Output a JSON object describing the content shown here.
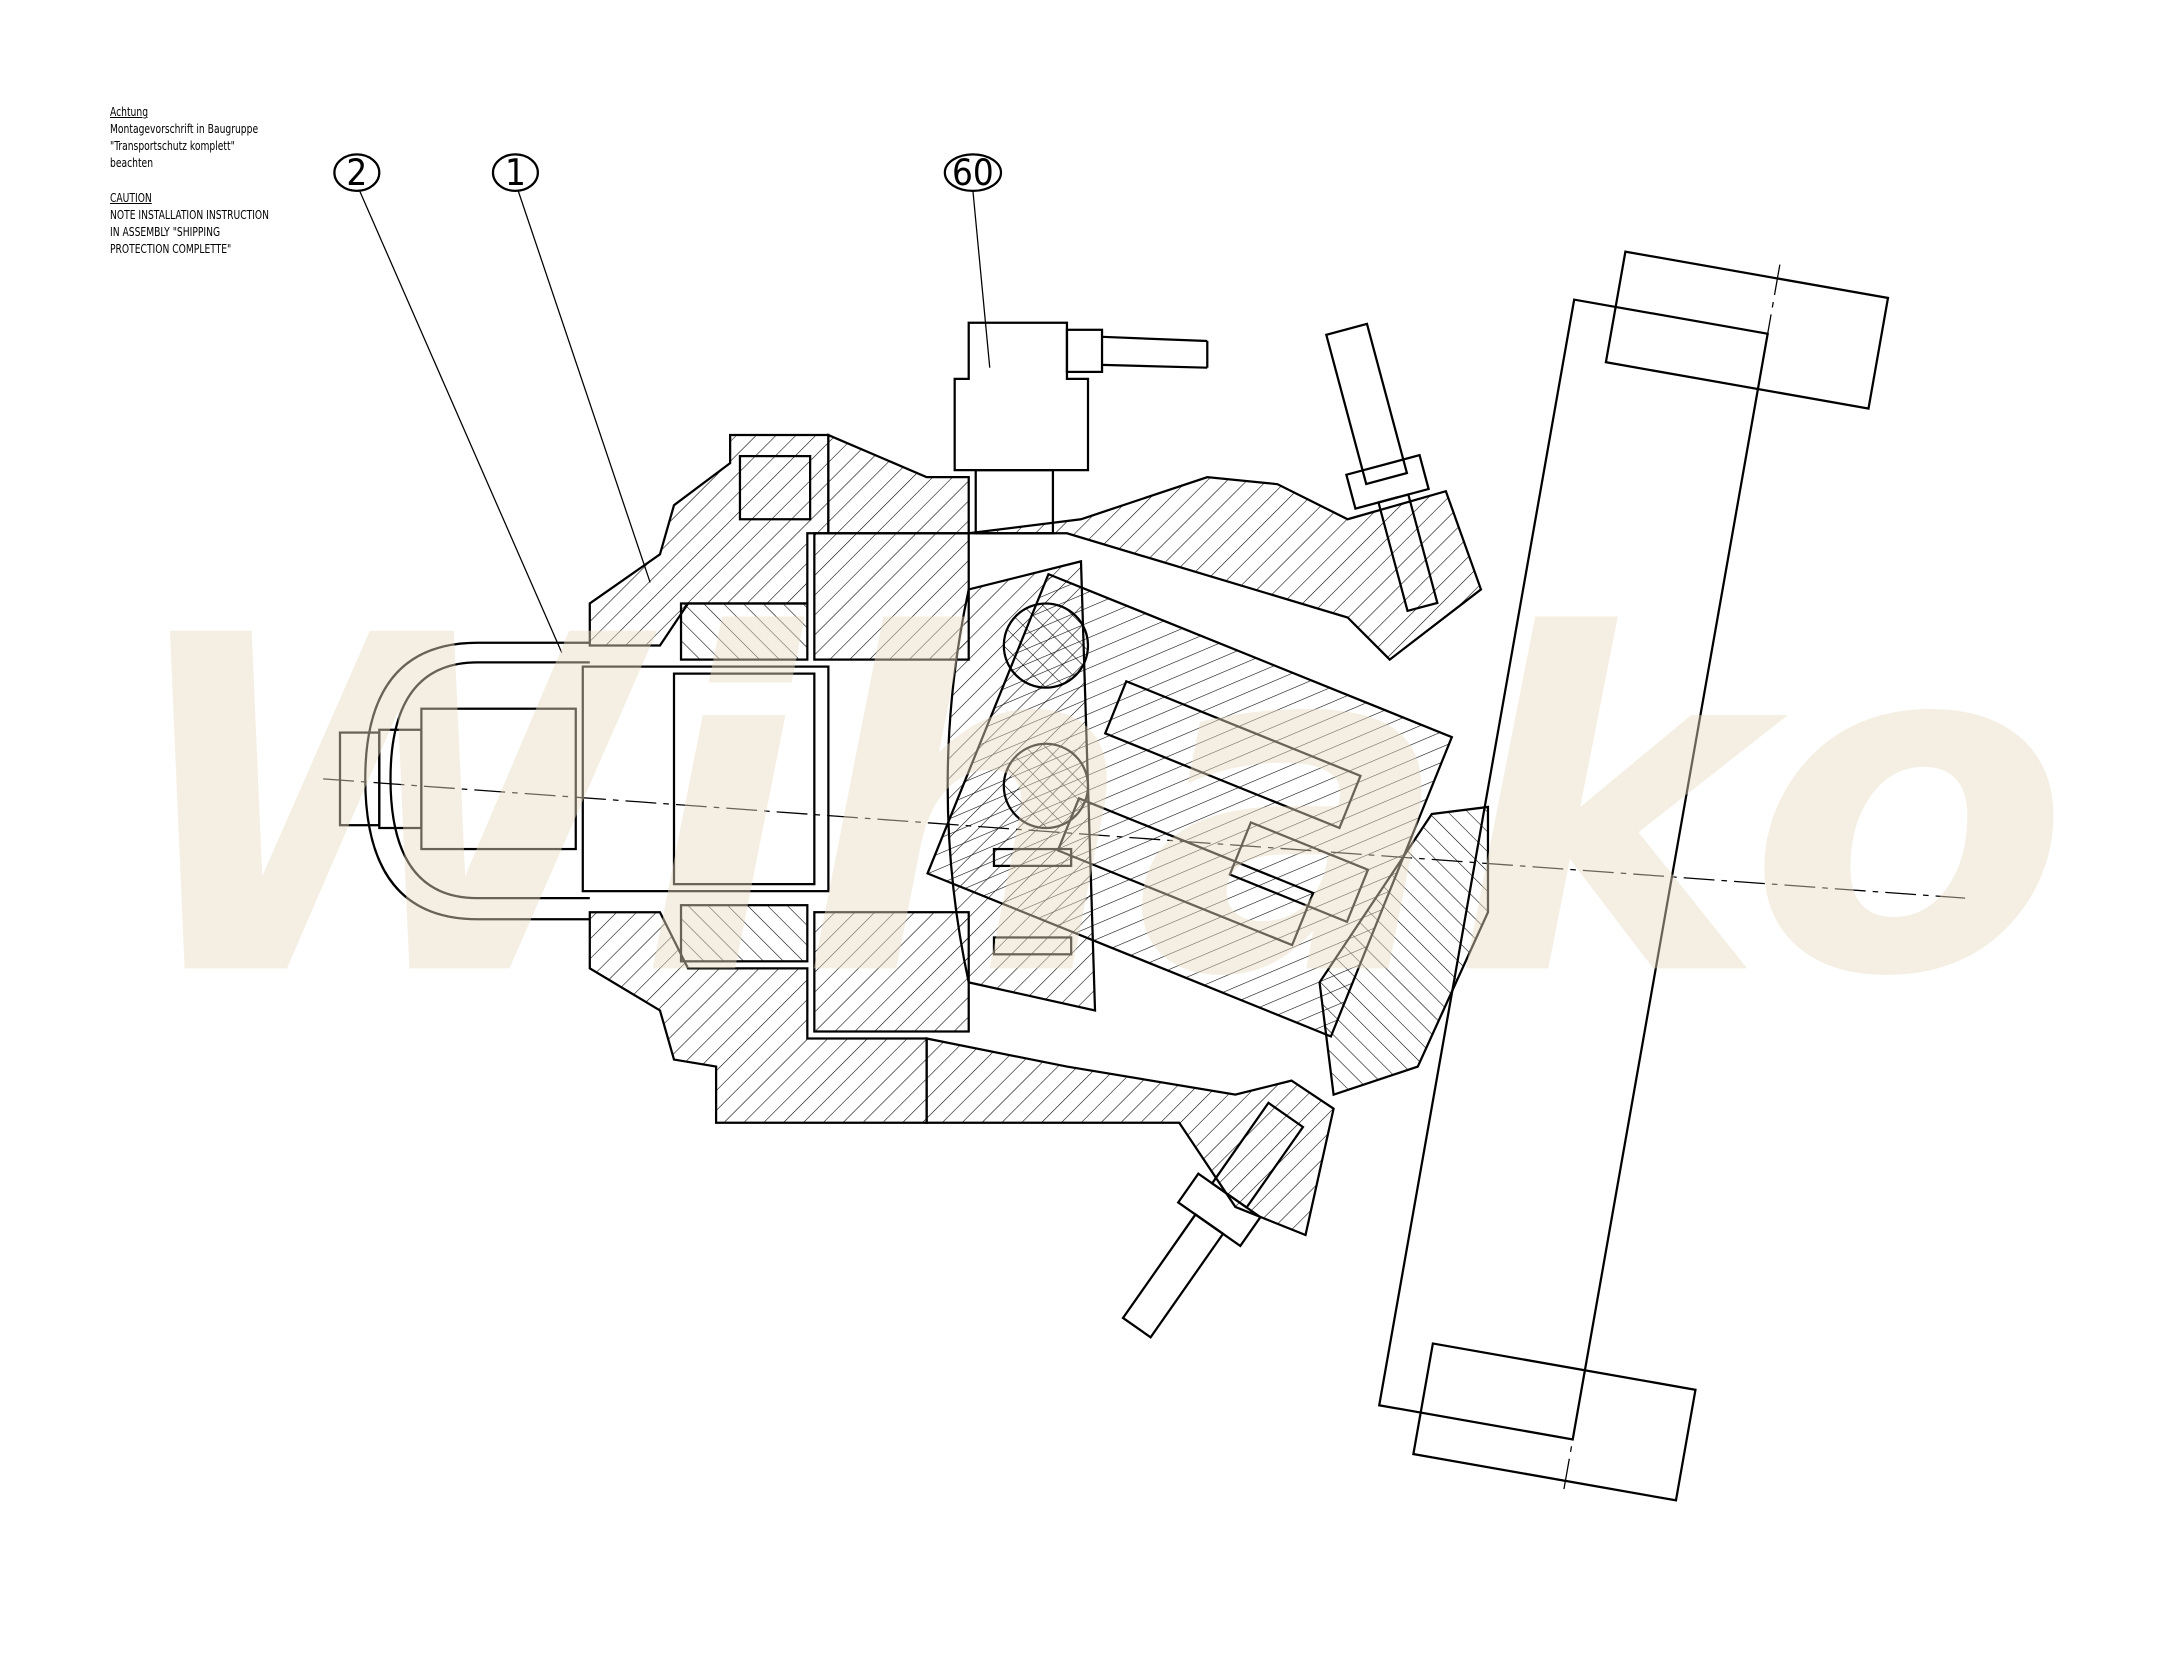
{
  "notes": {
    "de_heading": "Achtung",
    "de_line1": "Montagevorschrift in Baugruppe",
    "de_line2": "\"Transportschutz komplett\"",
    "de_line3": "beachten",
    "en_heading": "CAUTION",
    "en_line1": "NOTE INSTALLATION INSTRUCTION",
    "en_line2": "IN ASSEMBLY \"SHIPPING",
    "en_line3": "PROTECTION COMPLETTE\""
  },
  "balloons": [
    {
      "label": "2"
    },
    {
      "label": "1"
    },
    {
      "label": "60"
    }
  ],
  "watermark": "Wihako"
}
